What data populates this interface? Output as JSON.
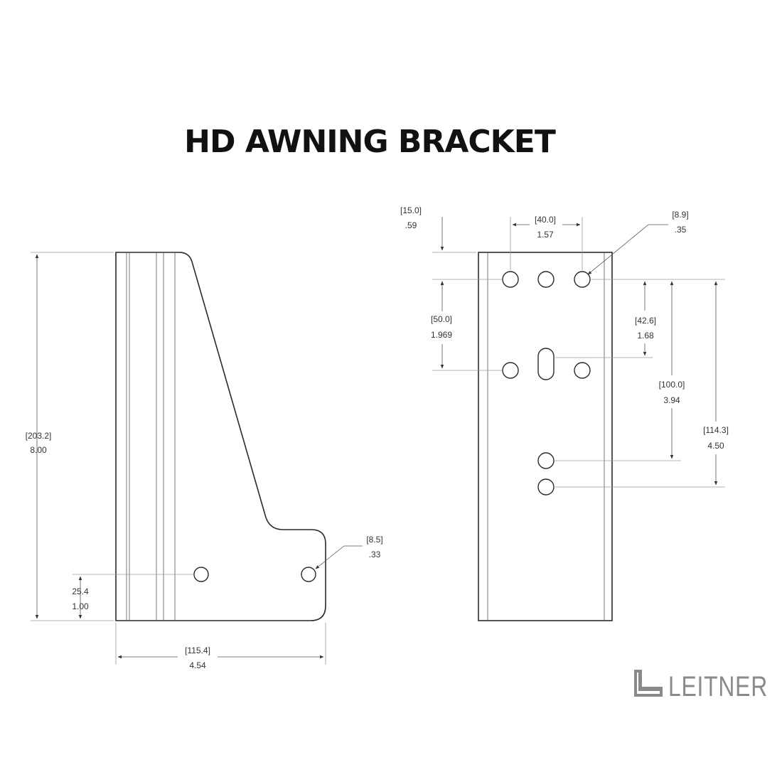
{
  "title": "HD AWNING BRACKET",
  "logo": {
    "text": "LEITNER",
    "color": "#8a8a8a"
  },
  "side_view": {
    "height": {
      "mm": "[203.2]",
      "in": "8.00"
    },
    "width": {
      "mm": "[115.4]",
      "in": "4.54"
    },
    "hole_offset": {
      "mm": "25.4",
      "in": "1.00"
    },
    "hole_diameter": {
      "mm": "[8.5]",
      "in": ".33"
    }
  },
  "front_view": {
    "top_offset": {
      "mm": "[15.0]",
      "in": ".59"
    },
    "hole_spacing": {
      "mm": "[40.0]",
      "in": "1.57"
    },
    "hole_diameter": {
      "mm": "[8.9]",
      "in": ".35"
    },
    "row_spacing": {
      "mm": "[50.0]",
      "in": "1.969"
    },
    "slot_offset": {
      "mm": "[42.6]",
      "in": "1.68"
    },
    "lower_hole_1": {
      "mm": "[100.0]",
      "in": "3.94"
    },
    "lower_hole_2": {
      "mm": "[114.3]",
      "in": "4.50"
    }
  }
}
